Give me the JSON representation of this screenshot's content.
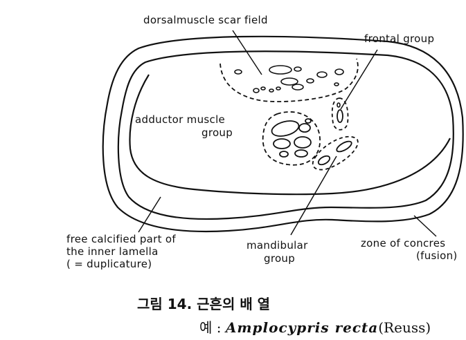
{
  "labels": {
    "dorsal": "dorsalmuscle scar field",
    "frontal": "frontal group",
    "adductor_1": "adductor muscle",
    "adductor_2": "group",
    "free_1": "free calcified part of",
    "free_2": "the inner lamella",
    "free_3": "( = duplicature)",
    "mandibular_1": "mandibular",
    "mandibular_2": "group",
    "zone_1": "zone of concres",
    "zone_2": "(fusion)"
  },
  "caption": {
    "title": "그림 14. 근흔의  배 열",
    "prefix": "예 : ",
    "species": "Amplocypris recta",
    "author": "(Reuss)"
  }
}
